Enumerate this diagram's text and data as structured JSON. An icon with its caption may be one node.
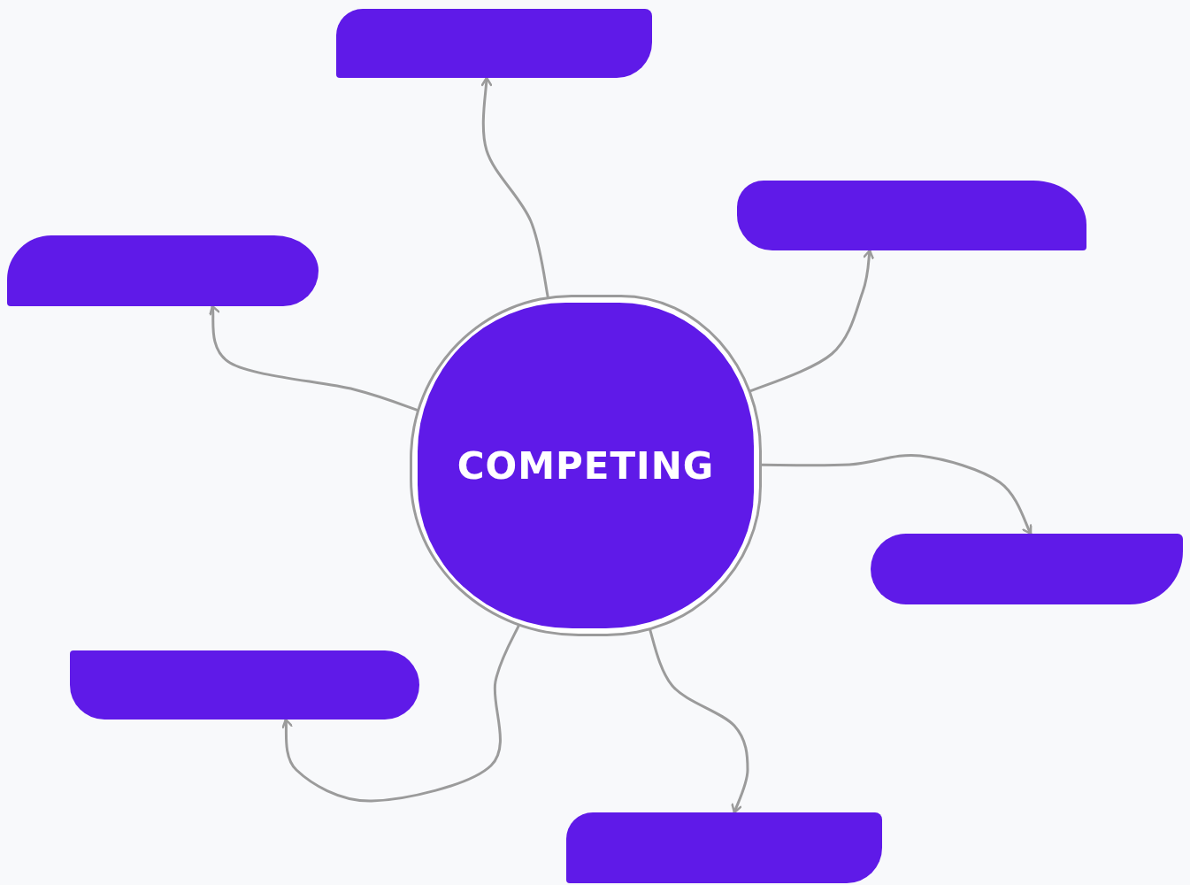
{
  "diagram": {
    "nodes": [
      {
        "text": [
          "COMPETING"
        ]
      },
      {
        "text": [],
        "shape": "box"
      },
      {
        "text": [],
        "shape": "box"
      },
      {
        "text": [],
        "shape": "box"
      },
      {
        "text": [],
        "shape": "box"
      },
      {
        "text": [],
        "shape": "box"
      },
      {
        "text": [],
        "shape": "box"
      }
    ],
    "edges": [
      {
        "from": 0,
        "to": 1,
        "arrow": "to"
      },
      {
        "from": 0,
        "to": 2,
        "arrow": "to"
      },
      {
        "from": 0,
        "to": 3,
        "arrow": "to"
      },
      {
        "from": 0,
        "to": 4,
        "arrow": "to"
      },
      {
        "from": 0,
        "to": 5,
        "arrow": "to"
      },
      {
        "from": 0,
        "to": 6,
        "arrow": "to"
      }
    ]
  }
}
